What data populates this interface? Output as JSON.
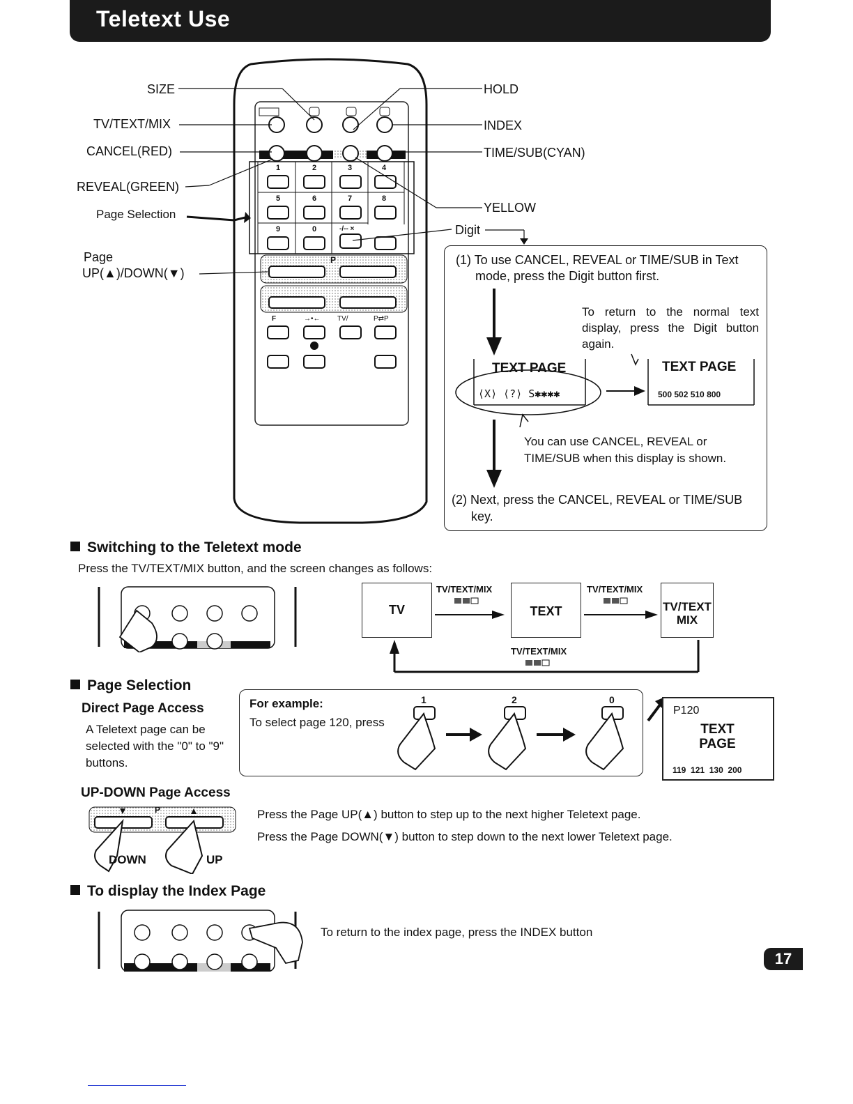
{
  "header": {
    "title": "Teletext Use"
  },
  "remote_labels": {
    "size": "SIZE",
    "tv_text_mix": "TV/TEXT/MIX",
    "cancel_red": "CANCEL(RED)",
    "reveal_green": "REVEAL(GREEN)",
    "page_selection": "Page Selection",
    "page_line1": "Page",
    "page_line2": "UP(▲)/DOWN(▼)",
    "hold": "HOLD",
    "index": "INDEX",
    "time_sub_cyan": "TIME/SUB(CYAN)",
    "yellow": "YELLOW",
    "digit": "Digit"
  },
  "remote_keys": {
    "row1": [
      "1",
      "2",
      "3",
      "4"
    ],
    "row2": [
      "5",
      "6",
      "7",
      "8"
    ],
    "row3": [
      "9",
      "0",
      "-/-- ×"
    ],
    "p_label": "P",
    "bottom": [
      "→•←",
      "TV/",
      "P⇄P"
    ],
    "f_label": "F"
  },
  "digit_panel": {
    "step1": "(1) To use CANCEL, REVEAL or TIME/SUB in Text",
    "step1b": "mode, press the Digit button first.",
    "return_note": "To return to the normal text display, press the Digit button again.",
    "screen1_title": "TEXT PAGE",
    "screen1_body": "⟨X⟩ ⟨?⟩ S✱✱✱✱",
    "screen2_title": "TEXT PAGE",
    "screen2_body": "500 502 510 800",
    "use_note": "You can use CANCEL, REVEAL or TIME/SUB when this display is shown.",
    "step2": "(2) Next,  press  the CANCEL, REVEAL or TIME/SUB",
    "step2b": "key."
  },
  "switching": {
    "title": "Switching to the Teletext mode",
    "desc": "Press the TV/TEXT/MIX button, and the screen changes as follows:",
    "box1": "TV",
    "box2": "TEXT",
    "box3_line1": "TV/TEXT",
    "box3_line2": "MIX",
    "arrow_label": "TV/TEXT/MIX"
  },
  "page_selection": {
    "title": "Page Selection",
    "direct_title": "Direct Page Access",
    "direct_desc": "A Teletext page can be selected with the \"0\" to \"9\" buttons.",
    "example_label": "For example:",
    "example_desc": "To select page 120, press",
    "digits": [
      "1",
      "2",
      "0"
    ],
    "result_page": "P120",
    "result_title1": "TEXT",
    "result_title2": "PAGE",
    "result_nums": "119  121  130  200",
    "updown_title": "UP-DOWN Page Access",
    "updown_p": "P",
    "down_label": "DOWN",
    "up_label": "UP",
    "up_desc": "Press the Page UP(▲) button to step up to the next higher Teletext page.",
    "down_desc": "Press the Page DOWN(▼) button to step down to the next lower Teletext page."
  },
  "index": {
    "title": "To display the Index Page",
    "desc": "To return to the index page, press the INDEX button"
  },
  "page_number": "17"
}
